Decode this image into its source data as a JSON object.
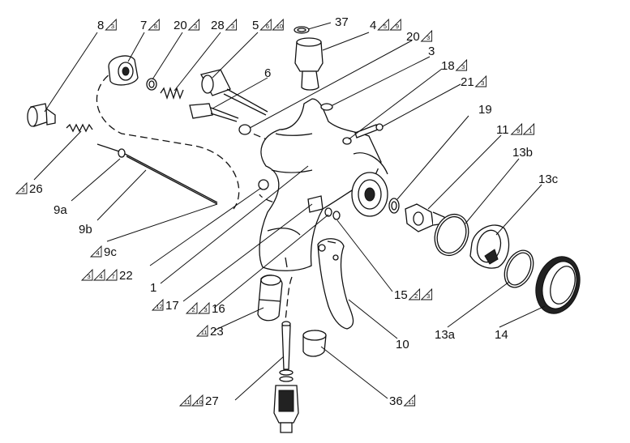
{
  "callouts": [
    {
      "id": "c8",
      "number": "8",
      "marks": [
        "3"
      ]
    },
    {
      "id": "c7",
      "number": "7",
      "marks": [
        "8"
      ]
    },
    {
      "id": "c20a",
      "number": "20",
      "marks": [
        "3"
      ]
    },
    {
      "id": "c28",
      "number": "28",
      "marks": [
        "3"
      ]
    },
    {
      "id": "c5",
      "number": "5",
      "marks": [
        "6",
        "10"
      ]
    },
    {
      "id": "c37",
      "number": "37",
      "marks": []
    },
    {
      "id": "c4",
      "number": "4",
      "marks": [
        "5",
        "9"
      ]
    },
    {
      "id": "c20b",
      "number": "20",
      "marks": [
        "3"
      ]
    },
    {
      "id": "c6",
      "number": "6",
      "marks": []
    },
    {
      "id": "c3",
      "number": "3",
      "marks": []
    },
    {
      "id": "c18",
      "number": "18",
      "marks": [
        "3"
      ]
    },
    {
      "id": "c21",
      "number": "21",
      "marks": [
        "3"
      ]
    },
    {
      "id": "c19",
      "number": "19",
      "marks": []
    },
    {
      "id": "c11",
      "number": "11",
      "marks": [
        "9",
        "1"
      ]
    },
    {
      "id": "c13b",
      "number": "13b",
      "marks": []
    },
    {
      "id": "c13c",
      "number": "13c",
      "marks": []
    },
    {
      "id": "c26",
      "number": "26",
      "marks": [
        "3"
      ]
    },
    {
      "id": "c9a",
      "number": "9a",
      "marks": []
    },
    {
      "id": "c9b",
      "number": "9b",
      "marks": []
    },
    {
      "id": "c9c",
      "number": "9c",
      "marks": [
        "4"
      ]
    },
    {
      "id": "c22",
      "number": "22",
      "marks": [
        "3",
        "4",
        "7"
      ]
    },
    {
      "id": "c1",
      "number": "1",
      "marks": []
    },
    {
      "id": "c17",
      "number": "17",
      "marks": [
        "12"
      ]
    },
    {
      "id": "c16",
      "number": "16",
      "marks": [
        "2",
        "3"
      ]
    },
    {
      "id": "c15",
      "number": "15",
      "marks": [
        "2",
        "3"
      ]
    },
    {
      "id": "c23",
      "number": "23",
      "marks": [
        "11"
      ]
    },
    {
      "id": "c10",
      "number": "10",
      "marks": []
    },
    {
      "id": "c13a",
      "number": "13a",
      "marks": []
    },
    {
      "id": "c14",
      "number": "14",
      "marks": []
    },
    {
      "id": "c27",
      "number": "27",
      "marks": [
        "11",
        "10"
      ]
    },
    {
      "id": "c36",
      "number": "36",
      "marks": [
        "11"
      ]
    }
  ]
}
